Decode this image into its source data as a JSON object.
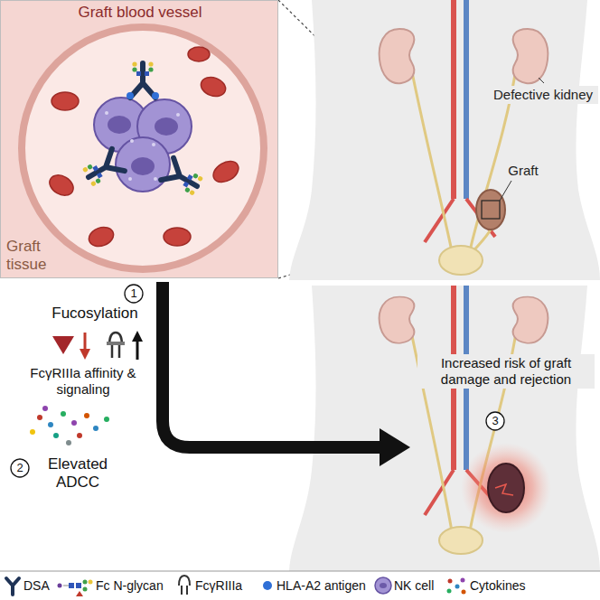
{
  "diagram": {
    "nodes": [
      {
        "text": [
          "Graft blood vessel",
          "Graft tissue"
        ]
      }
    ],
    "labels": [
      "Defective kidney",
      "Graft",
      "1",
      "Fucosylation",
      "FcγRIIIa affinity & signaling",
      "2",
      "Elevated ADCC",
      "3",
      "Increased risk of graft damage and rejection"
    ],
    "legend": [
      {
        "text": "DSA"
      },
      {
        "text": "Fc N-glycan"
      },
      {
        "text": "FcγRIIIa"
      },
      {
        "text": "HLA-A2 antigen"
      },
      {
        "text": "NK cell"
      },
      {
        "text": "Cytokines"
      }
    ]
  }
}
